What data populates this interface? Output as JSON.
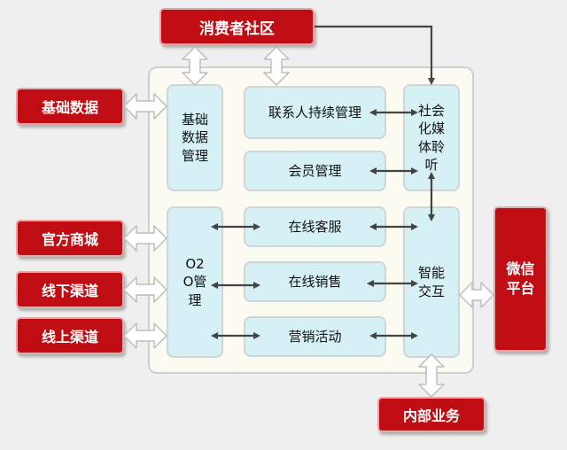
{
  "red_nodes": {
    "consumer_community": "消费者社区",
    "basic_data": "基础数据",
    "official_mall": "官方商城",
    "offline_channel": "线下渠道",
    "online_channel": "线上渠道",
    "wechat_platform": "微信平台",
    "internal_business": "内部业务"
  },
  "blue_nodes": {
    "basic_data_mgmt": "基础数据管理",
    "contact_mgmt": "联系人持续管理",
    "social_listening": "社会化媒体聆听",
    "member_mgmt": "会员管理",
    "o2o_mgmt": "O2O管理",
    "online_service": "在线客服",
    "online_sales": "在线销售",
    "marketing": "营销活动",
    "smart_interaction": "智能交互"
  },
  "colors": {
    "red_fill": "#c00d14",
    "blue_fill": "#d6f1f5",
    "panel_fill": "#fbfbf2",
    "arrow": "#444444"
  }
}
